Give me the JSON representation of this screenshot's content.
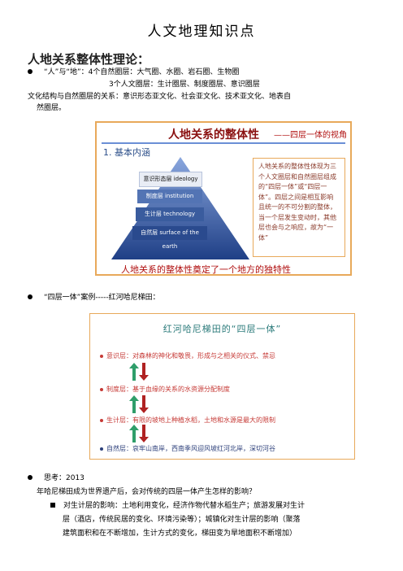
{
  "title": "人文地理知识点",
  "section1": {
    "heading": "人地关系整体性理论：",
    "bullet1_line1": "“人”与“地”：4个自然圈层：大气圈、水圈、岩石圈、生物圈",
    "bullet1_line2": "3个人文圈层：生计圈层、制度圈层、意识圈层",
    "culture_line1": "文化结构与自然圈层的关系：意识形态亚文化、社会亚文化、技术亚文化、地表自",
    "culture_line2": "然圈层。"
  },
  "figure1": {
    "title": "人地关系的整体性",
    "subtitle": "——四层一体的视角",
    "basic": "1. 基本内涵",
    "layers": [
      "意识形态层 ideology",
      "制度层 institution",
      "生计层 technology",
      "自然层 surface of the earth"
    ],
    "side_text": "人地关系的整体性体现为三个人文圈层和自然圈层组成的“四层一体”或“四层一体”。四层之间是相互影响且统一的不可分割的整体，当一个层发生变动时，其他层也会与之响应，故为“一体”",
    "footer": "人地关系的整体性奠定了一个地方的独特性"
  },
  "bullet2": "“四层一体”案例-----红河哈尼梯田：",
  "figure2": {
    "title": "红河哈尼梯田的“四层一体”",
    "items": [
      "意识层：对森林的神化和敬畏，形成与之相关的仪式、禁忌",
      "制度层：基于血缘的关系的水资源分配制度",
      "生计层：有限的坡地上种植水稻，土地和水源是最大的限制",
      "自然层：哀牢山南岸，西南季风迎风坡红河北岸，深切河谷"
    ]
  },
  "think": {
    "bullet": "思考：2013",
    "question": "年哈尼梯田成为世界遗产后，会对传统的四层一体产生怎样的影响？",
    "answer_line1": "对生计层的影响：土地利用变化，经济作物代替水稻生产；旅游发展对生计",
    "answer_line2": "层（酒店，传统民居的变化、环境污染等）；城镇化对生计层的影响（聚落",
    "answer_line3": "建筑面积和在不断增加，生计方式的变化，梯田变为旱地面积不断增加）"
  },
  "colors": {
    "pyramid_top": "#6d8fd0",
    "pyramid_bottom": "#1f3f86",
    "border": "#e8a95a",
    "accent_red": "#b01010",
    "arrow_green": "#2f9e6a",
    "arrow_red": "#b02222"
  }
}
